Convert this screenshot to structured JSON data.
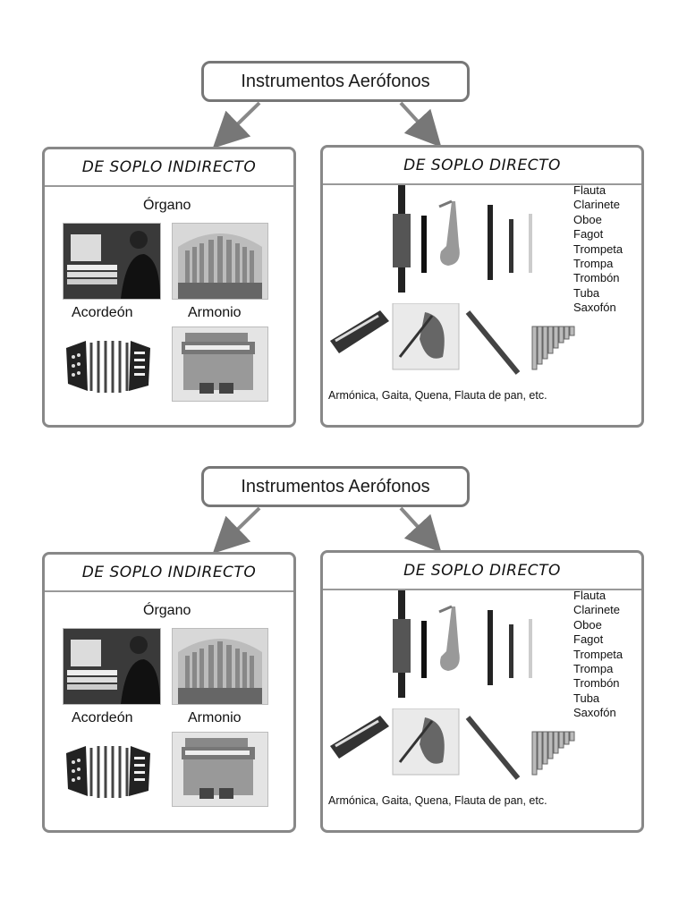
{
  "title": "Instrumentos Aerófonos",
  "indirect": {
    "heading": "DE SOPLO INDIRECTO",
    "organ_label": "Órgano",
    "accordion_label": "Acordeón",
    "harmonium_label": "Armonio"
  },
  "direct": {
    "heading": "DE SOPLO DIRECTO",
    "instruments": [
      "Flauta",
      "Clarinete",
      "Oboe",
      "Fagot",
      "Trompeta",
      "Trompa",
      "Trombón",
      "Tuba",
      "Saxofón"
    ],
    "caption": "Armónica, Gaita, Quena, Flauta de pan, etc."
  }
}
